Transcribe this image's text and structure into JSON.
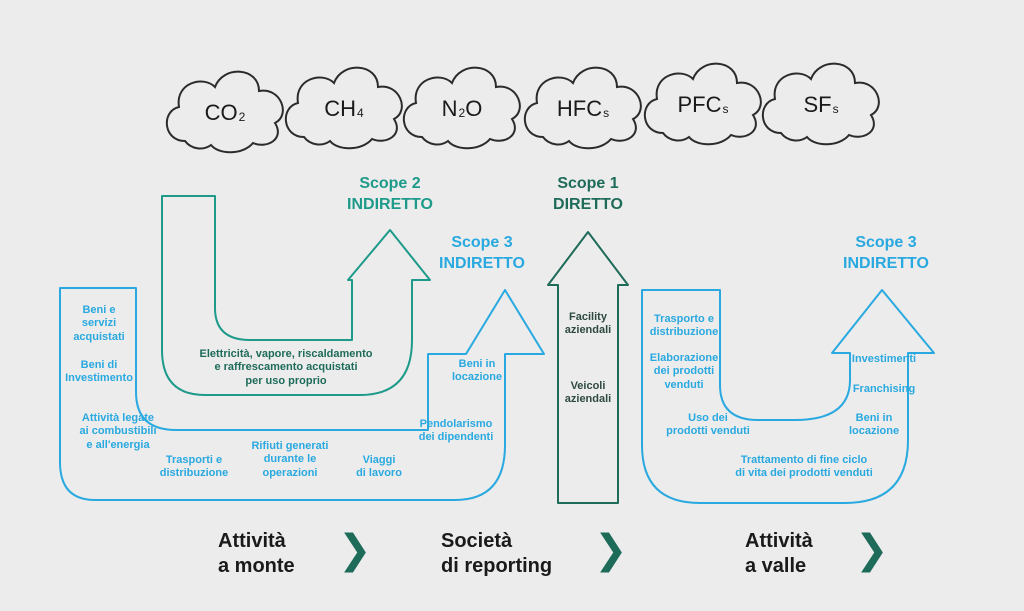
{
  "gases": [
    {
      "base": "CO",
      "sub": "2"
    },
    {
      "base": "CH",
      "sub": "4"
    },
    {
      "base": "N",
      "sub": "2",
      "tail": "O"
    },
    {
      "base": "HFC",
      "sub": "s"
    },
    {
      "base": "PFC",
      "sub": "s"
    },
    {
      "base": "SF",
      "sub": "s"
    }
  ],
  "scopes": {
    "scope2": {
      "title": "Scope 2",
      "type": "INDIRETTO",
      "color": "#1e9a8a"
    },
    "scope1": {
      "title": "Scope 1",
      "type": "DIRETTO",
      "color": "#1e6b5a"
    },
    "scope3_up": {
      "title": "Scope 3",
      "type": "INDIRETTO",
      "color": "#29a9e0"
    },
    "scope3_down": {
      "title": "Scope 3",
      "type": "INDIRETTO",
      "color": "#29a9e0"
    }
  },
  "scope2_items": [
    "Elettricità, vapore, riscaldamento\ne raffrescamento acquistati\nper uso proprio"
  ],
  "scope1_items": [
    "Facility\naziendali",
    "Veicoli\naziendali"
  ],
  "scope3_up_items": [
    "Beni e\nservizi\nacquistati",
    "Beni di\nInvestimento",
    "Attività legate\nai combustibili\ne all'energia",
    "Trasporti e\ndistribuzione",
    "Rifiuti generati\ndurante le\noperazioni",
    "Viaggi\ndi lavoro",
    "Pendolarismo\ndei dipendenti",
    "Beni in\nlocazione"
  ],
  "scope3_down_items": [
    "Trasporto e\ndistribuzione",
    "Elaborazione\ndei prodotti\nvenduti",
    "Uso dei\nprodotti venduti",
    "Trattamento di fine ciclo\ndi vita dei prodotti venduti",
    "Beni in\nlocazione",
    "Franchising",
    "Investimenti"
  ],
  "bottom": {
    "upstream": "Attività\na monte",
    "reporting": "Società\ndi reporting",
    "downstream": "Attività\na valle",
    "chevron": "❯"
  },
  "colors": {
    "background": "#ececec",
    "dark_green": "#1e6b5a",
    "teal": "#1e9a8a",
    "blue": "#29a9e0",
    "cloud_stroke": "#2b2b2b"
  }
}
